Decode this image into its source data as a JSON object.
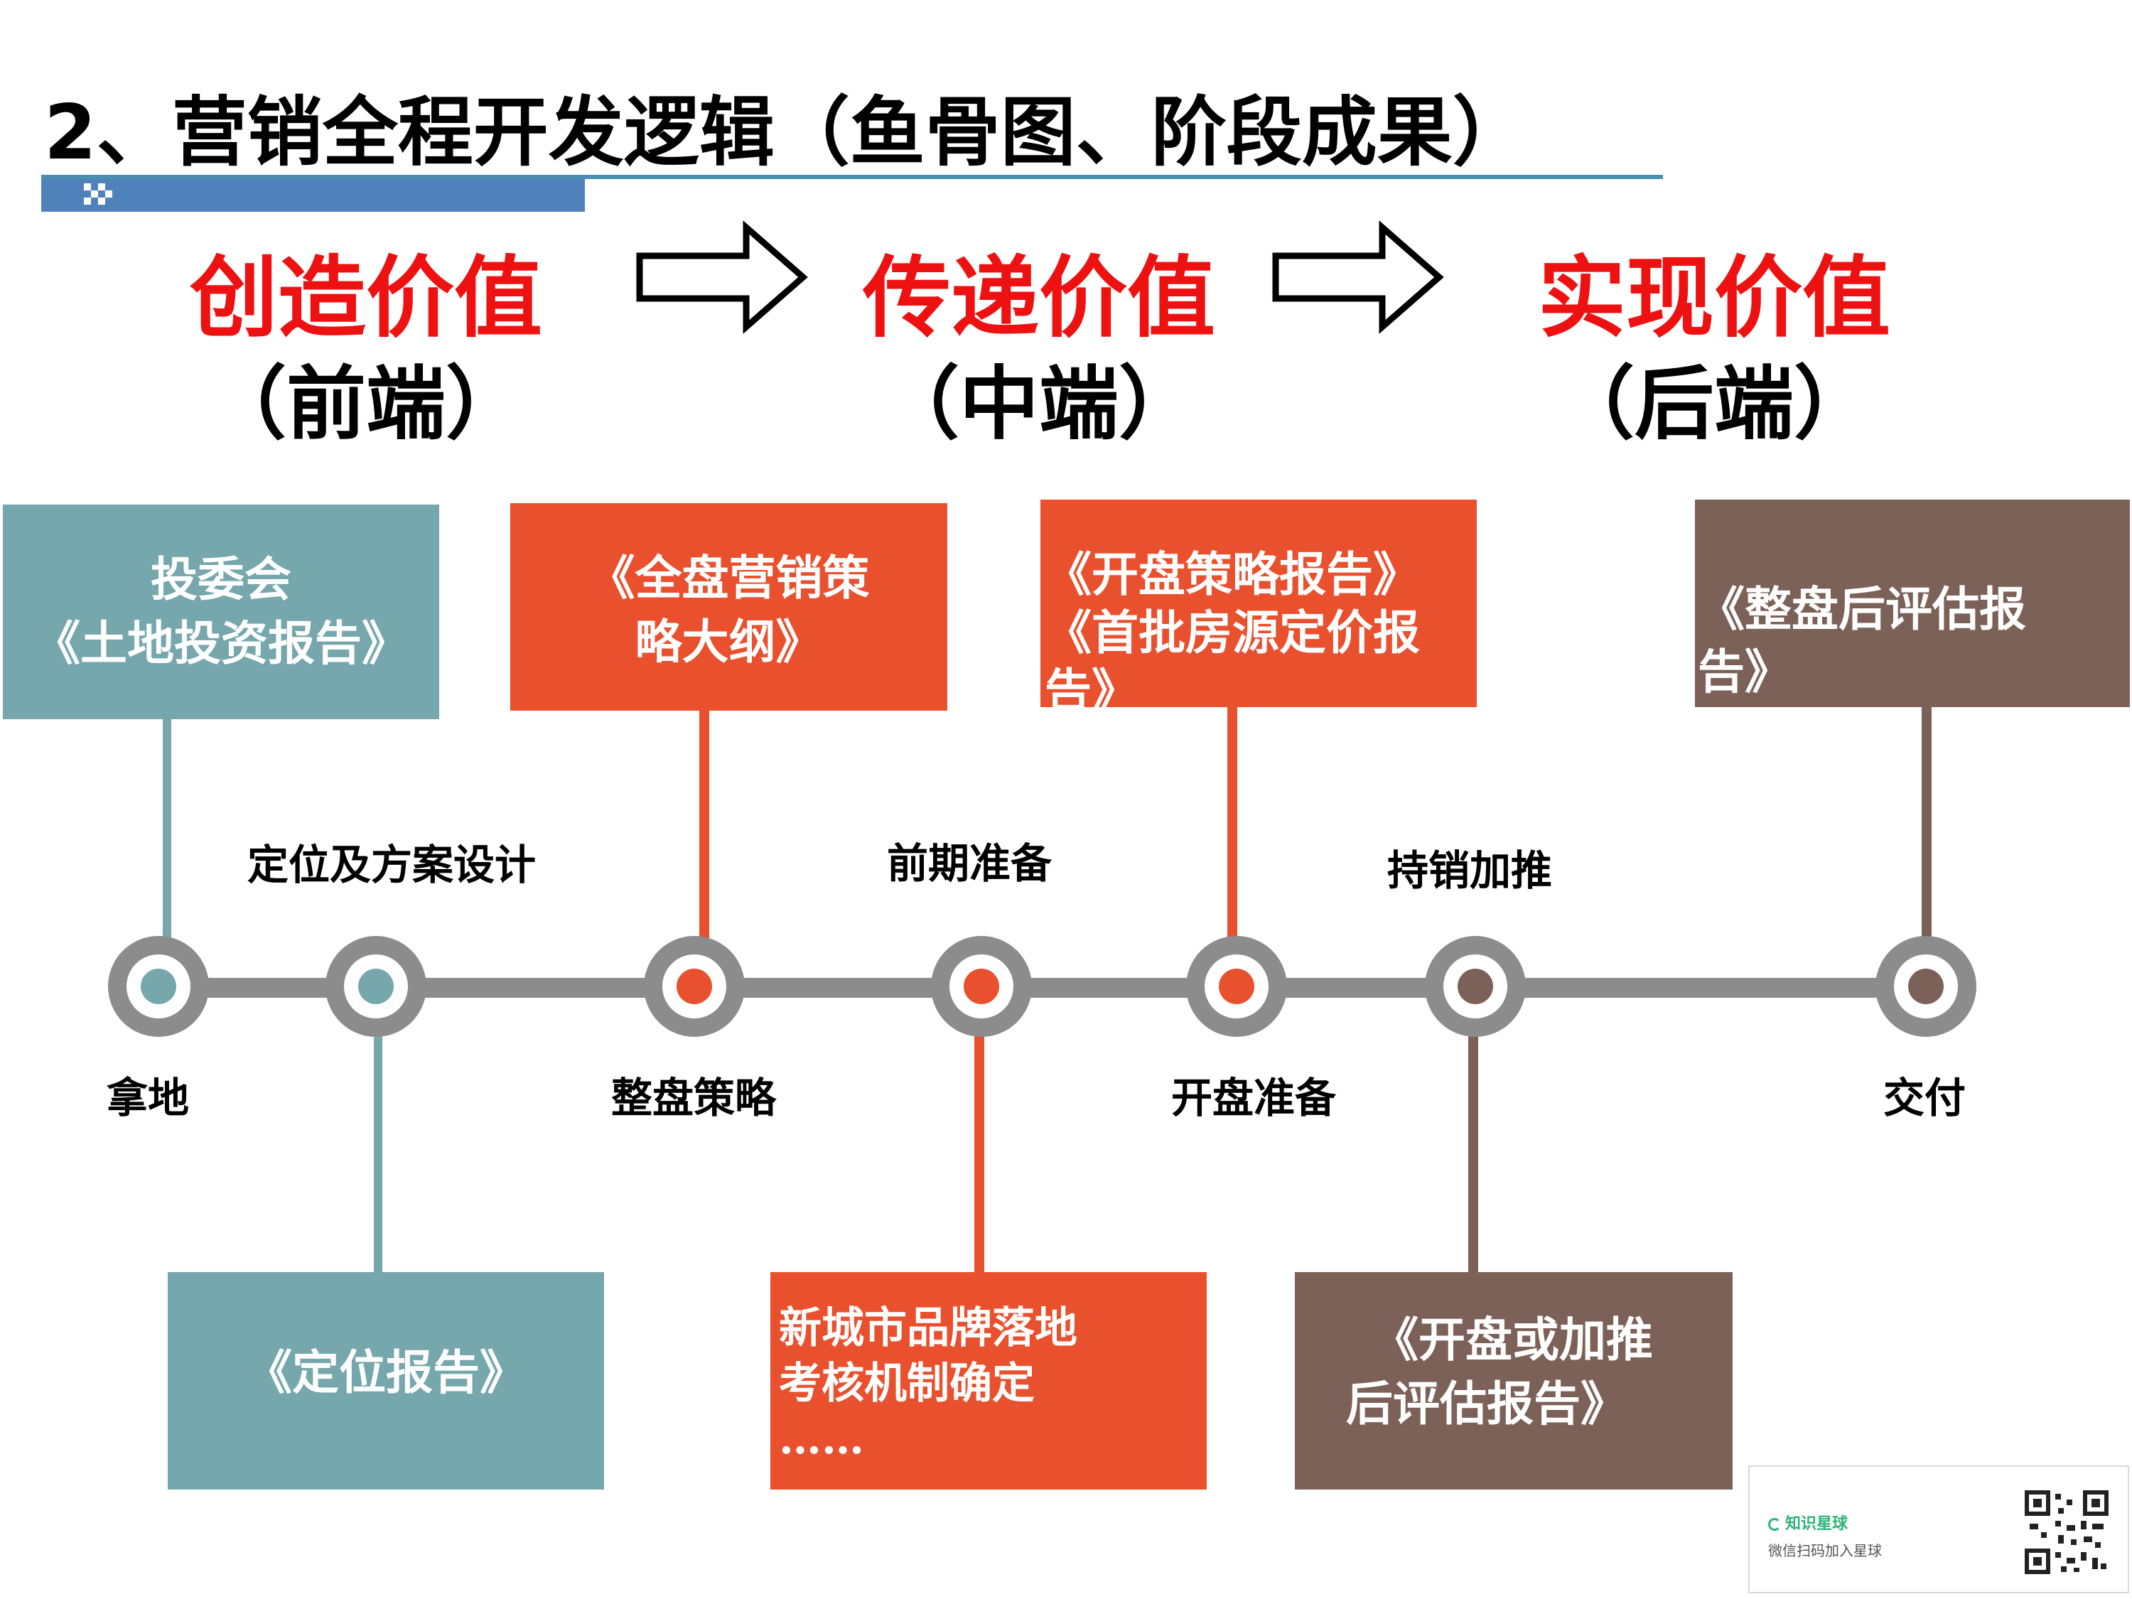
{
  "title": "2、营销全程开发逻辑（鱼骨图、阶段成果）",
  "stages": [
    {
      "title": "创造价值",
      "sub": "（前端）"
    },
    {
      "title": "传递价值",
      "sub": "（中端）"
    },
    {
      "title": "实现价值",
      "sub": "（后端）"
    }
  ],
  "boxes_top": [
    {
      "lines": [
        "投委会",
        "《土地投资报告》"
      ]
    },
    {
      "lines": [
        "《全盘营销策",
        "略大纲》"
      ]
    },
    {
      "lines": [
        "《开盘策略报告》",
        "《首批房源定价报",
        "告》"
      ]
    },
    {
      "lines": [
        "《整盘后评估报",
        "告》"
      ]
    }
  ],
  "boxes_bottom": [
    {
      "lines": [
        "《定位报告》"
      ]
    },
    {
      "lines": [
        "新城市品牌落地",
        "考核机制确定",
        "……"
      ]
    },
    {
      "lines": [
        "《开盘或加推",
        "后评估报告》"
      ]
    }
  ],
  "milestones_above": [
    "定位及方案设计",
    "前期准备",
    "持销加推"
  ],
  "milestones_below": [
    "拿地",
    "整盘策略",
    "开盘准备",
    "交付"
  ],
  "colors": {
    "teal": "#75a7ad",
    "orange": "#e9502e",
    "brown": "#7c6158",
    "stage_red": "#ee1111",
    "node_ring": "#8c8c8c"
  },
  "watermark": {
    "brand": "知识星球",
    "caption": "微信扫码加入星球"
  }
}
